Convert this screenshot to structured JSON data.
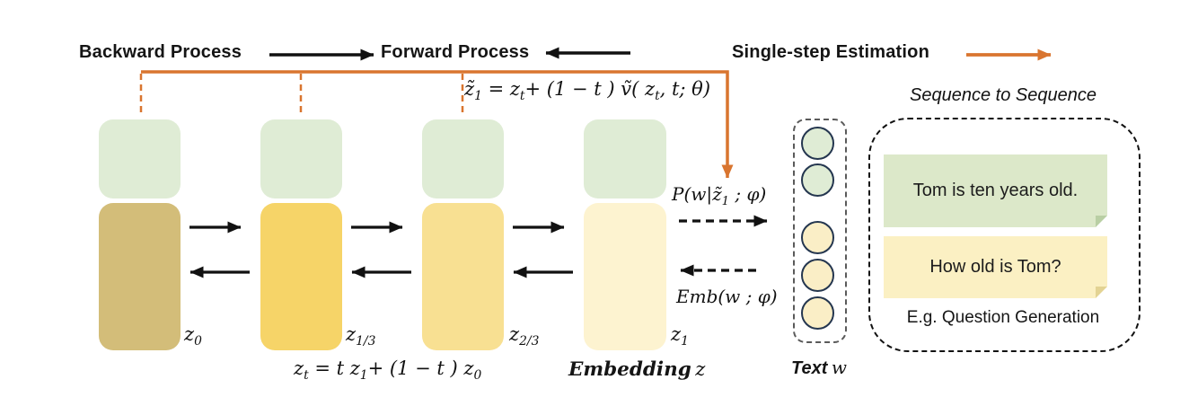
{
  "colors": {
    "accent_orange": "#d9752f",
    "block_green": "#dfecd5",
    "block_z0": "#d3bd79",
    "block_z13": "#f6d468",
    "block_z23": "#f8e092",
    "block_z1": "#fdf3d0",
    "token_green": "#dfecd5",
    "token_yellow": "#faeec6",
    "token_border": "#24364f",
    "note_green": "#dce8c9",
    "note_yellow": "#fbf0c3"
  },
  "header": {
    "backward": "Backward Process",
    "forward": "Forward Process",
    "single_step": "Single-step Estimation"
  },
  "formulas": {
    "estimate": {
      "a": "z̃",
      "a_sub": "1",
      "b": " = z",
      "b_sub": "t",
      "c": "+ (1 − t ) ṽ( z",
      "c_sub": "t",
      "d": ", t; θ)"
    },
    "decode": {
      "a": "P(w|z̃",
      "a_sub": "1",
      "b": " ; φ)"
    },
    "embed": "Emb(w ; φ)",
    "interpolation": {
      "a": "z",
      "a_sub": "t",
      "b": " = t z",
      "b_sub": "1",
      "c": "+ (1 − t ) z",
      "c_sub": "0"
    }
  },
  "blocks": {
    "z0": {
      "base": "z",
      "sub": "0"
    },
    "z13": {
      "base": "z",
      "sub": "1/3"
    },
    "z23": {
      "base": "z",
      "sub": "2/3"
    },
    "z1": {
      "base": "z",
      "sub": "1"
    }
  },
  "captions": {
    "embedding_word": "Embedding",
    "embedding_var": "z",
    "text_word": "Text",
    "text_var": "w"
  },
  "tokens": [
    "green",
    "green",
    "yellow",
    "yellow",
    "yellow"
  ],
  "seq2seq": {
    "title": "Sequence to Sequence",
    "source_note": "Tom is ten years old.",
    "target_note": "How old is Tom?",
    "caption": "E.g. Question Generation"
  }
}
